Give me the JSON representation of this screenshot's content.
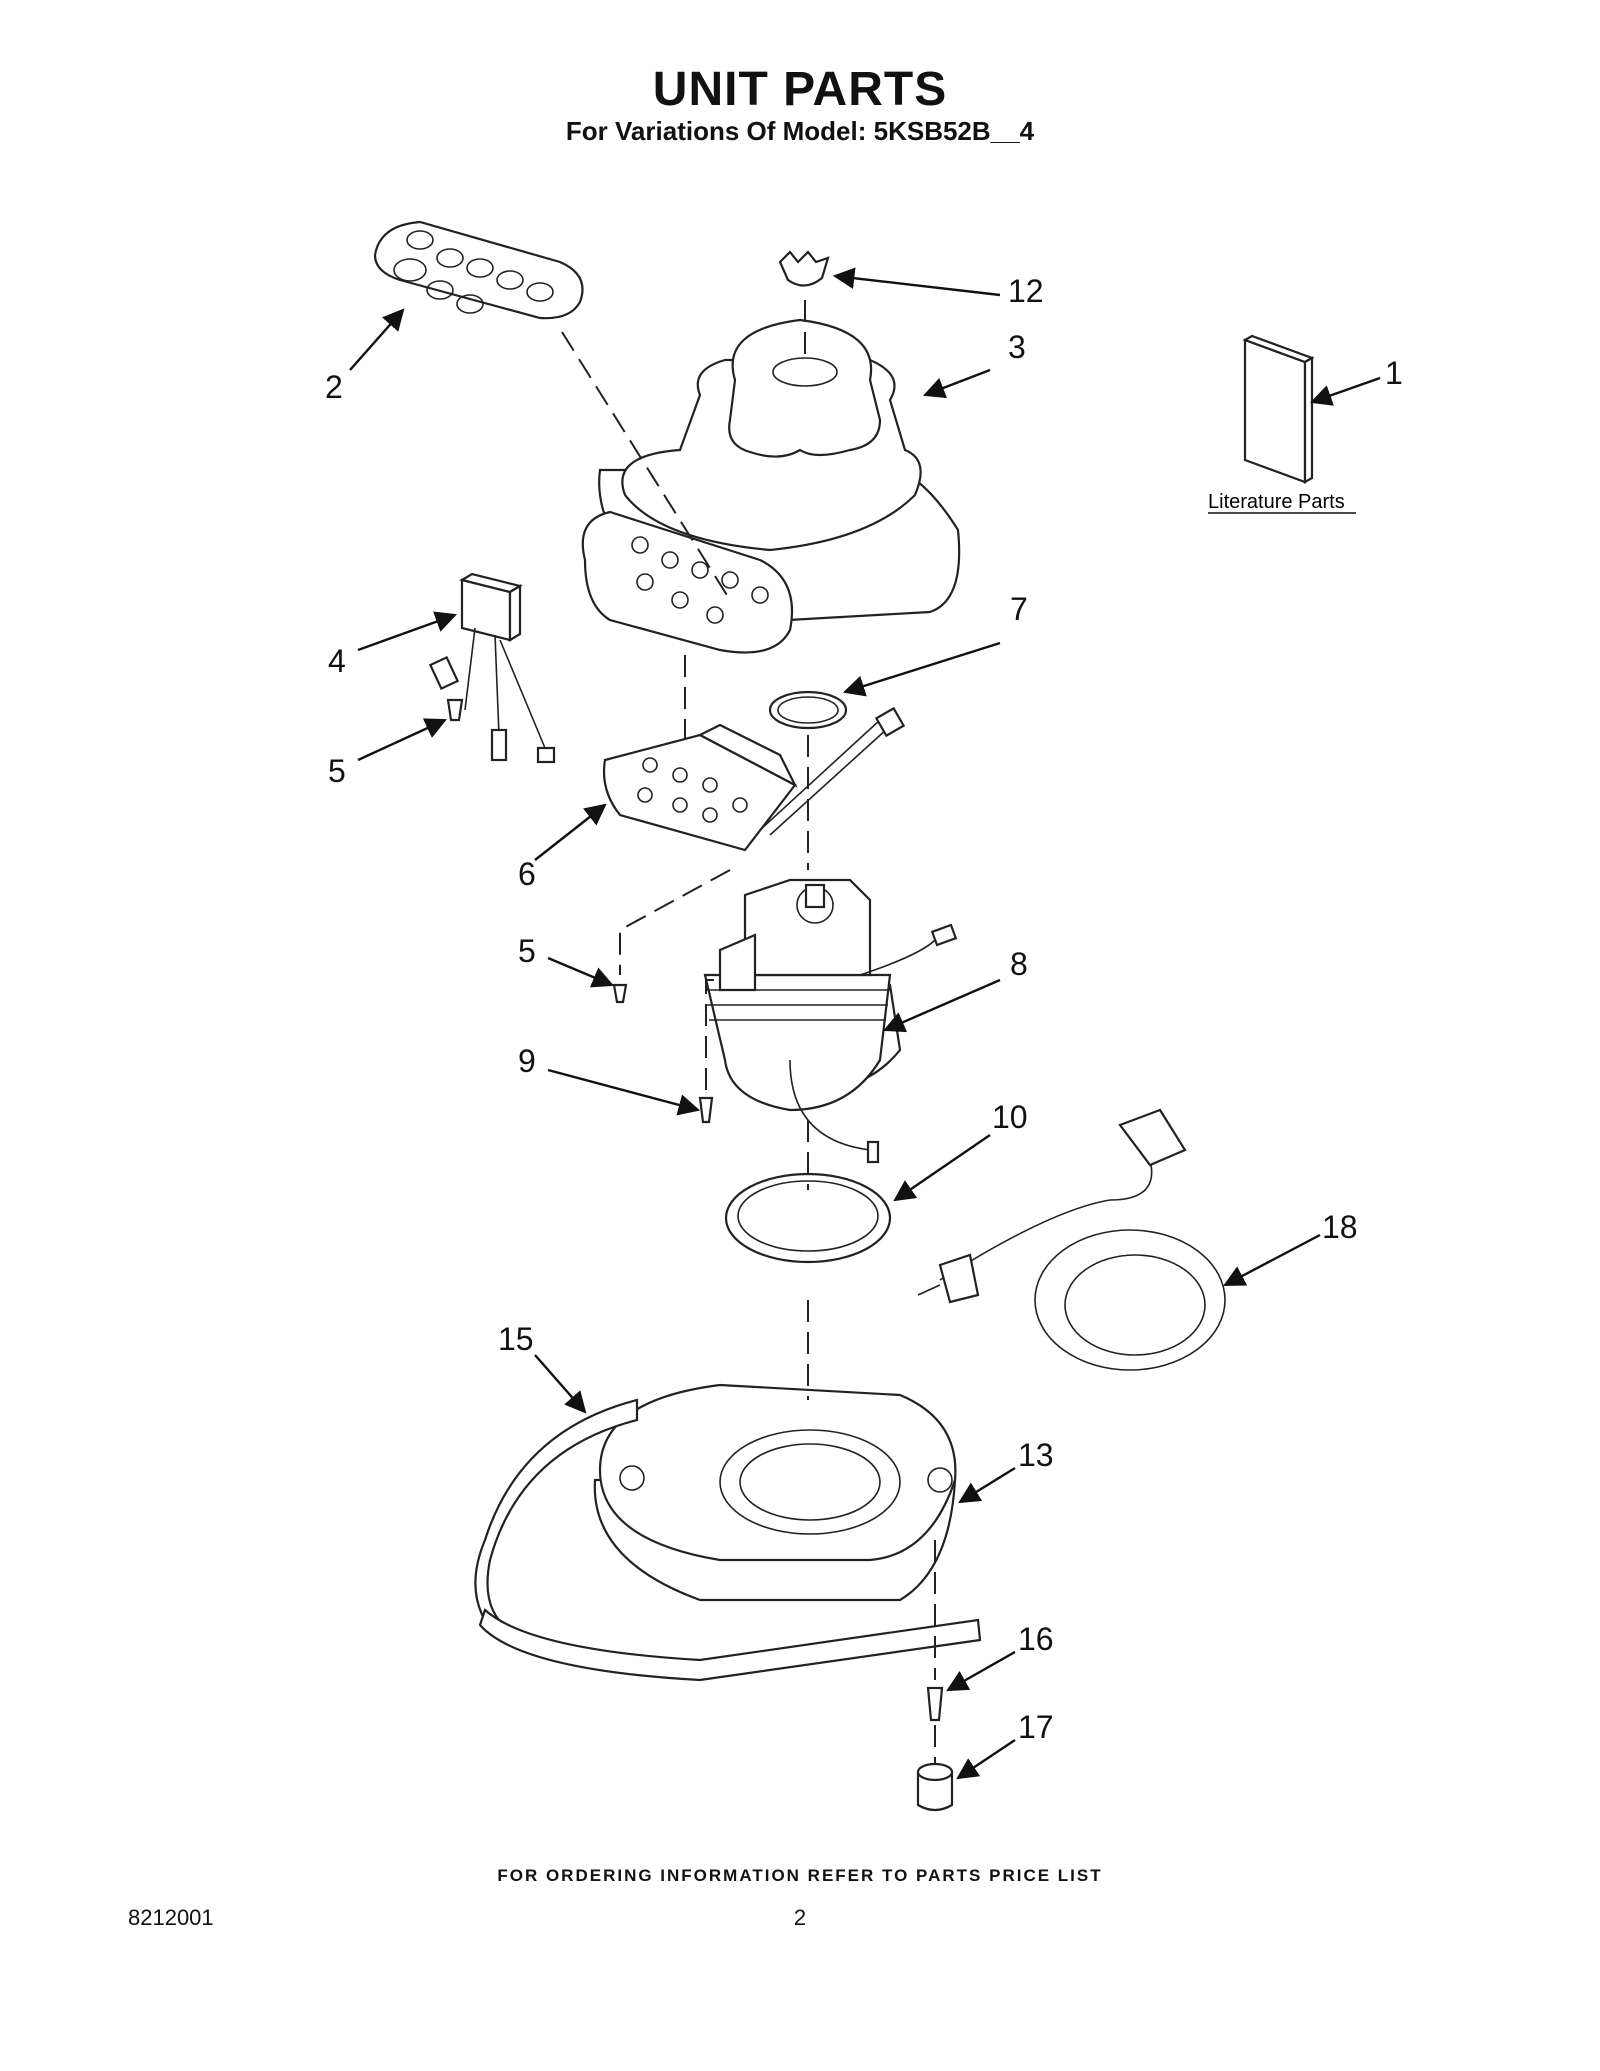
{
  "header": {
    "title": "UNIT PARTS",
    "subtitle": "For Variations Of Model: 5KSB52B__4"
  },
  "diagram": {
    "literature_label": "Literature Parts",
    "callouts": [
      "1",
      "2",
      "3",
      "4",
      "5",
      "5",
      "6",
      "7",
      "8",
      "9",
      "10",
      "12",
      "13",
      "15",
      "16",
      "17",
      "18"
    ]
  },
  "footer": {
    "ordering_note": "FOR ORDERING INFORMATION REFER TO PARTS PRICE LIST",
    "doc_number": "8212001",
    "page_number": "2"
  }
}
